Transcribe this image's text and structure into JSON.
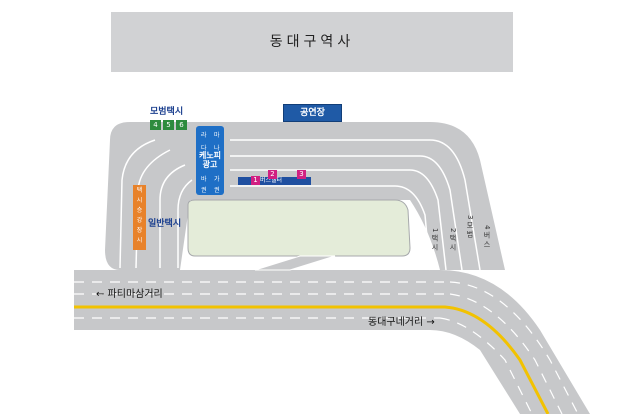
{
  "station": {
    "name": "동대구역사"
  },
  "hall": {
    "name": "공연장"
  },
  "model_taxi": {
    "title": "모범택시",
    "slots": [
      "4",
      "5",
      "6"
    ]
  },
  "general_taxi": {
    "title": "일반택시",
    "chars": [
      "택",
      "시",
      "승",
      "강",
      "장",
      "시"
    ]
  },
  "kiosk": {
    "label_line1": "케노피",
    "label_line2": "광고",
    "tags": [
      "라",
      "나",
      "다",
      "마",
      "바",
      "가",
      "권",
      "권"
    ]
  },
  "bus": {
    "label": "버스쉘터",
    "numbers": [
      "1",
      "2",
      "3"
    ]
  },
  "roads": {
    "west": "← 파티마삼거리",
    "east": "동대구네거리 →",
    "lanes": [
      "1택시",
      "2택시",
      "3모범",
      "4버스"
    ]
  },
  "colors": {
    "road": "#c7c8ca",
    "lane": "#ffffff",
    "center_line": "#f2c200",
    "plaza": "#e4ecd9"
  }
}
